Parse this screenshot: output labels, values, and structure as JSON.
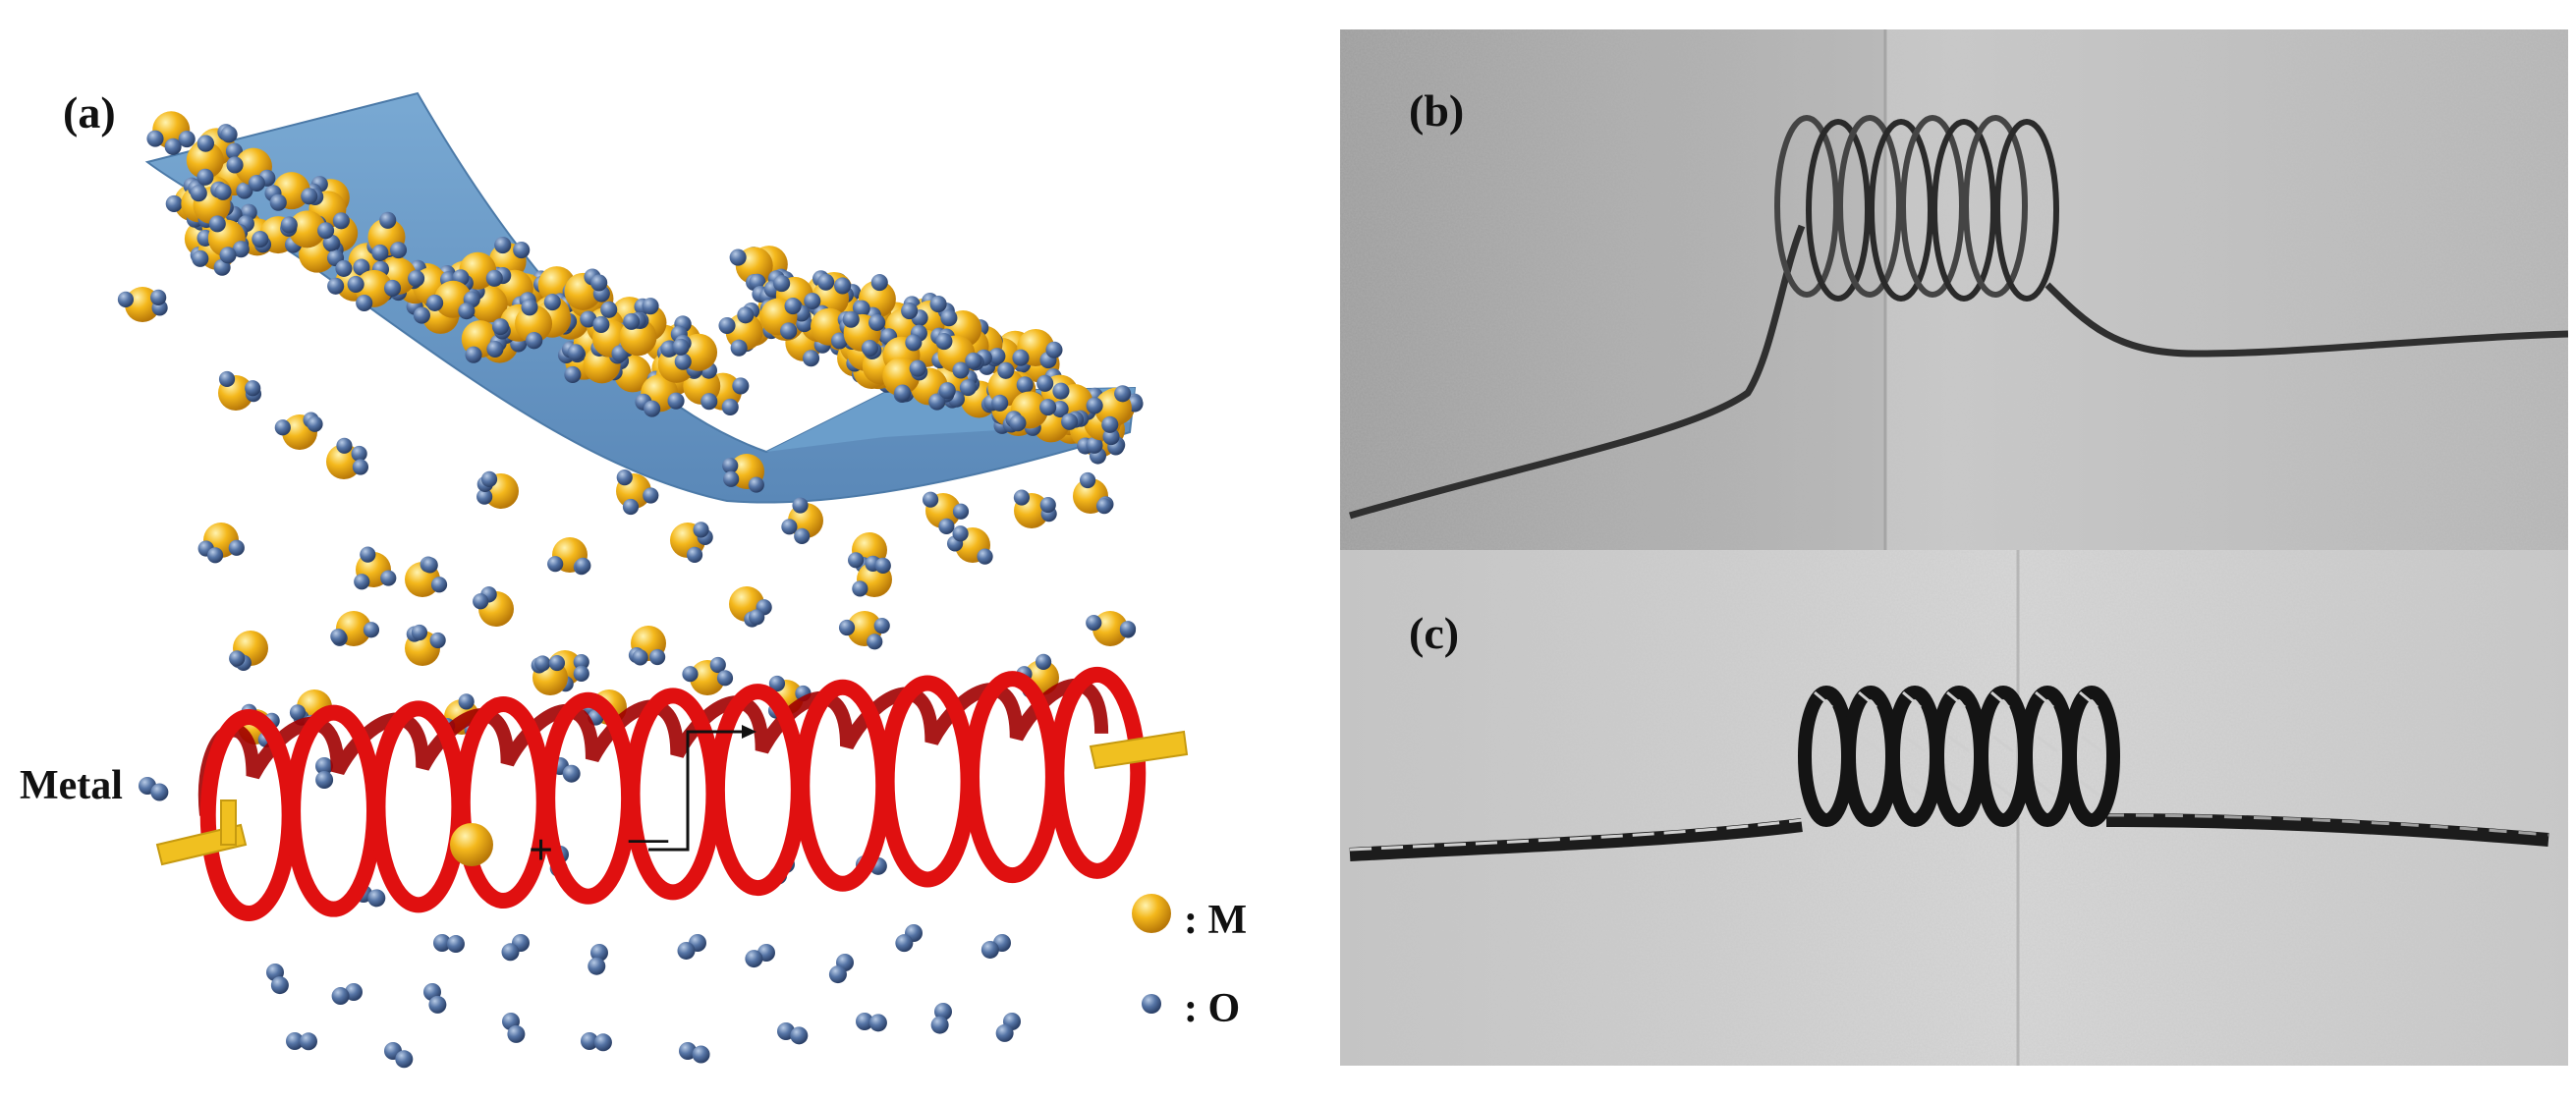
{
  "panels": {
    "a": {
      "label": "(a)",
      "metal_label": "Metal",
      "legend": [
        {
          "symbol": "M",
          "text": ": M",
          "color": "#f2b01e"
        },
        {
          "symbol": "O",
          "text": ": O",
          "color": "#4f6fa0"
        }
      ],
      "coil_color": "#e01010",
      "sheet_color": "#6a9cc8",
      "terminal_color": "#f0c020",
      "polarity": {
        "plus": "+",
        "minus": "—"
      }
    },
    "b": {
      "label": "(b)"
    },
    "c": {
      "label": "(c)"
    }
  }
}
